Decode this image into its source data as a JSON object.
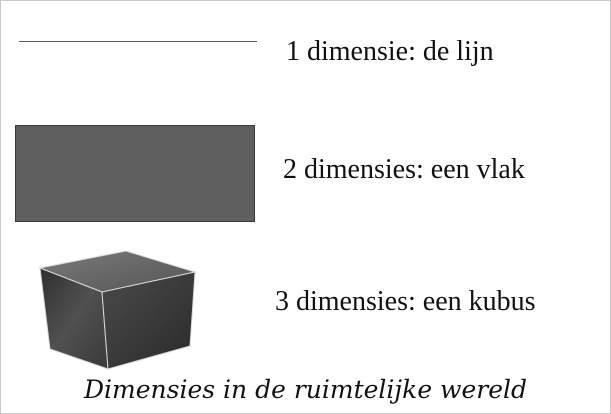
{
  "rows": [
    {
      "label": "1 dimensie: de lijn",
      "shape": "line"
    },
    {
      "label": "2 dimensies: een vlak",
      "shape": "plane"
    },
    {
      "label": "3 dimensies: een kubus",
      "shape": "cube"
    }
  ],
  "caption": "Dimensies in de ruimtelijke wereld",
  "colors": {
    "line": "#5a5a5a",
    "plane": "#5f5f5f",
    "cube_top": "#6e6e6e",
    "cube_front": "#4a4a4a",
    "cube_side": "#383838",
    "cube_edge": "#d8d8d8"
  }
}
